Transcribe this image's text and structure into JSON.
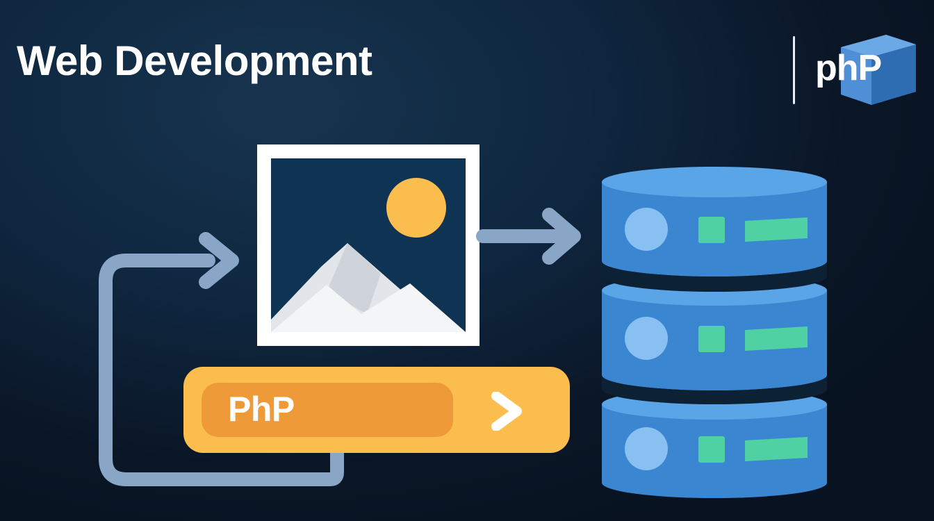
{
  "title": "Web Development",
  "logo": {
    "text": "phP",
    "icon": "php-logo-icon",
    "cube_color": "#4f8fd6"
  },
  "php_bar": {
    "label": "PhP",
    "icon": "chevron-right-icon",
    "colors": {
      "bar": "#fbbd4d",
      "pill": "#ee9a38"
    }
  },
  "image_card": {
    "icon": "image-icon",
    "colors": {
      "frame": "#ffffff",
      "sky": "#0f3353",
      "sun": "#fbbd4d",
      "mountain": "#e9ecef"
    }
  },
  "database": {
    "icon": "database-icon",
    "layers": 3,
    "colors": {
      "body": "#3b86d1",
      "top": "#5aa5e8",
      "circle": "#88c0f1",
      "indicator": "#4fd1a3"
    }
  },
  "arrows": {
    "color": "#8aa6c6",
    "items": [
      "loop-arrow-icon",
      "arrow-right-icon"
    ]
  }
}
